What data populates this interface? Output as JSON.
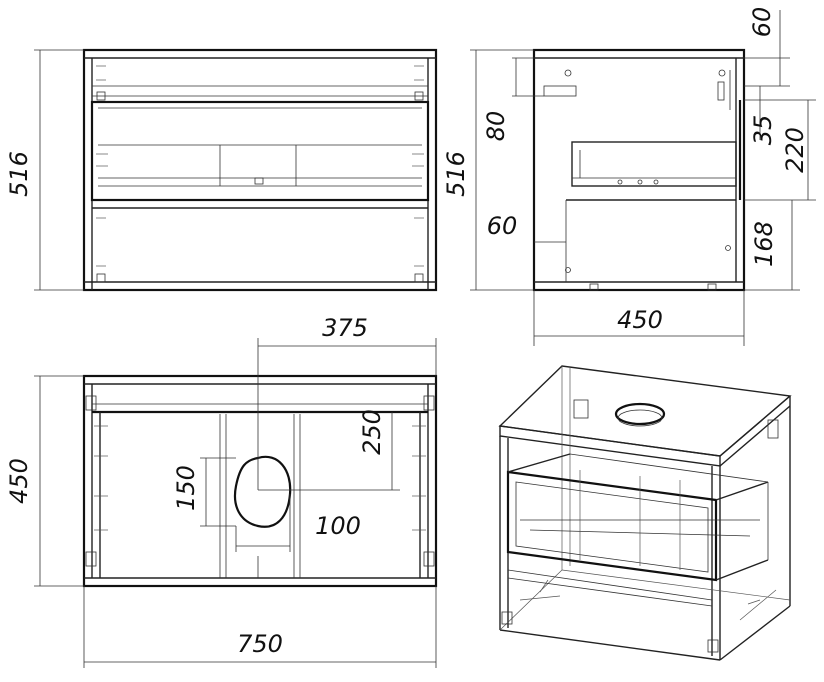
{
  "dimensions": {
    "front_height": "516",
    "side_height": "516",
    "top_offset": "60",
    "hole_drop": "80",
    "drawer_gap": "35",
    "drawer_zone": "220",
    "lower_height": "168",
    "side_inset": "60",
    "depth": "450",
    "hole_center_x": "375",
    "hole_center_y": "250",
    "hole_height": "150",
    "hole_width": "100",
    "plan_depth": "450",
    "width": "750"
  }
}
